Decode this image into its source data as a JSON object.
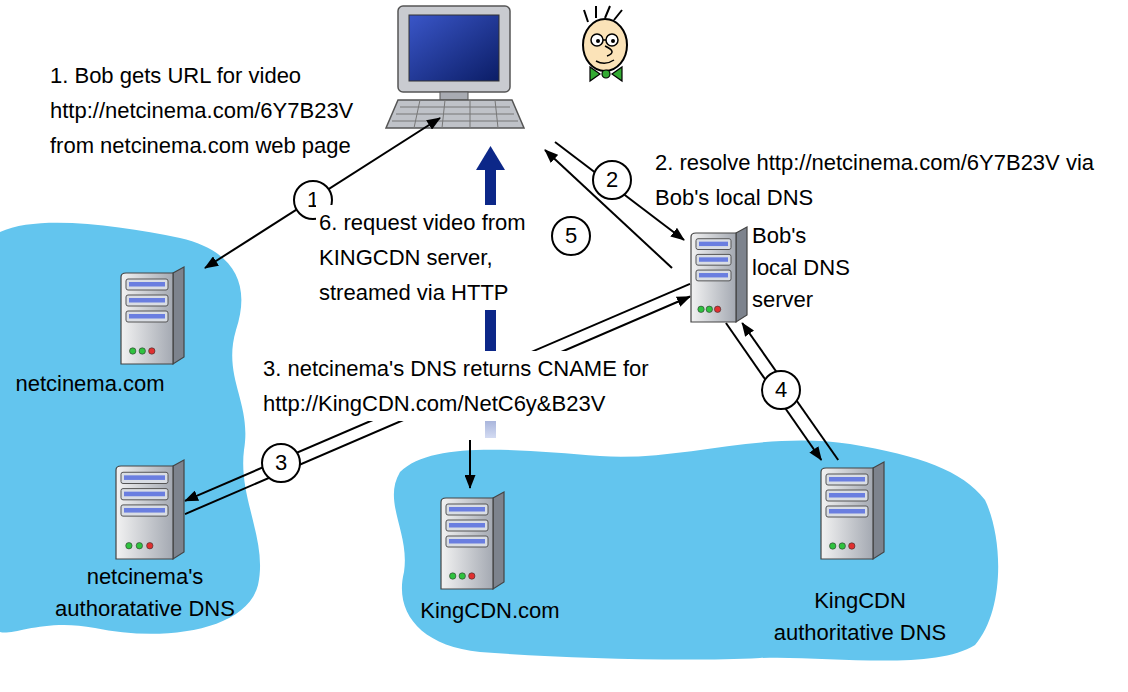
{
  "diagram": {
    "nodes": [
      {
        "text": [
          "Bob's local DNS server"
        ]
      },
      {
        "text": [
          "netcinema.com"
        ]
      },
      {
        "text": [
          "netcinema's authoratative DNS"
        ]
      },
      {
        "text": [
          "KingCDN.com"
        ]
      },
      {
        "text": [
          "KingCDN authoritative DNS"
        ]
      }
    ],
    "edges": [
      {
        "from": 0,
        "to": 2,
        "arrow": "to",
        "label": "3"
      },
      {
        "from": 2,
        "to": 0,
        "arrow": "to"
      },
      {
        "from": 0,
        "to": 4,
        "arrow": "to",
        "label": "4"
      },
      {
        "from": 4,
        "to": 0,
        "arrow": "to"
      }
    ],
    "labels": [
      "1. Bob gets URL for video http://netcinema.com/6Y7B23V from netcinema.com web page",
      "2. resolve http://netcinema.com/6Y7B23V via Bob's local DNS",
      "1",
      "2",
      "6. request video from KINGCDN server, streamed via HTTP",
      "5",
      "3. netcinema's DNS returns CNAME for http://KingCDN.com/NetC6y&B23V"
    ]
  }
}
